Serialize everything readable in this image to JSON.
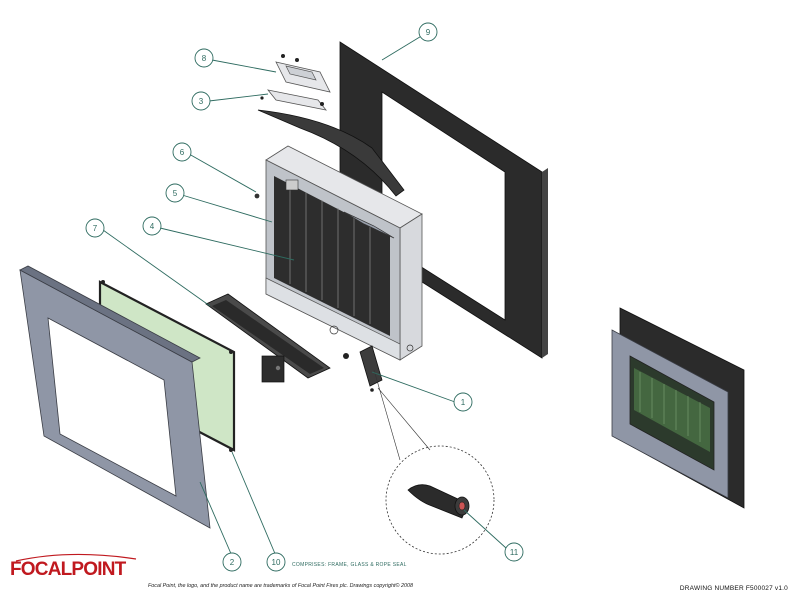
{
  "diagram": {
    "callouts": [
      "1",
      "2",
      "3",
      "4",
      "5",
      "6",
      "7",
      "8",
      "9",
      "10",
      "11"
    ],
    "annotation": "COMPRISES: FRAME, GLASS & ROPE SEAL",
    "footer_notice": "Focal Point, the logo, and the product name are trademarks of Focal Point Fires plc. Drawings copyright© 2008",
    "drawing_number": "DRAWING NUMBER F500027 v1.0",
    "brand": "FOCALPOINT"
  },
  "colors": {
    "callout": "#2e6b60",
    "logo": "#c0191f",
    "frame_dark": "#2b2b2b",
    "frame_grey": "#8f96a6",
    "glass": "#cfe6c6"
  },
  "icons": [
    "focalpoint-logo"
  ]
}
